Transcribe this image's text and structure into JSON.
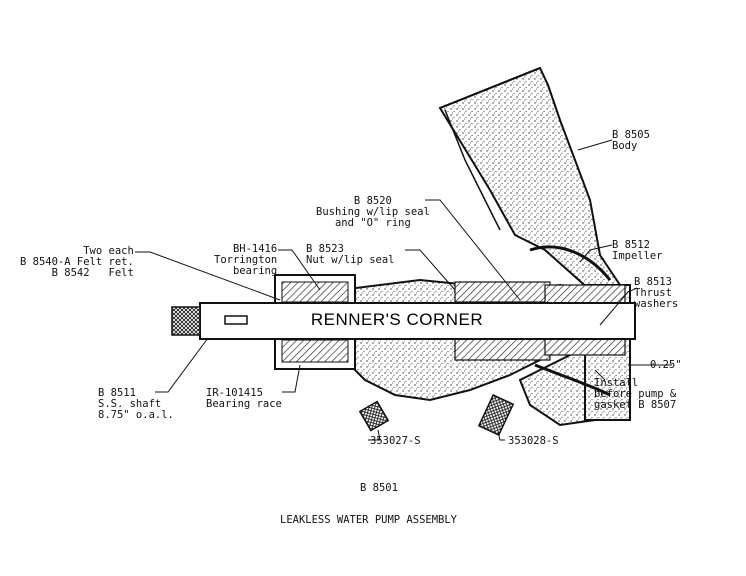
{
  "banner": "RENNER'S CORNER",
  "assembly_number": "B 8501",
  "title": "LEAKLESS WATER PUMP ASSEMBLY",
  "labels": {
    "body": "B 8505\nBody",
    "bushing": "B 8520\nBushing w/lip seal\nand \"O\" ring",
    "impeller": "B 8512\nImpeller",
    "thrust": "B 8513\nThrust\nwashers",
    "nut": "B 8523\nNut w/lip seal",
    "torrington": "BH-1416\nTorrington\nbearing",
    "felt": "Two each\nB 8540-A Felt ret.\nB 8542   Felt",
    "shaft": "B 8511\nS.S. shaft\n8.75\" o.a.l.",
    "race": "IR-101415\nBearing race",
    "gap": "0.25\"",
    "install": "Install\nbefore pump &\ngasket B 8507",
    "fitting1": "353027-S",
    "fitting2": "353028-S"
  }
}
